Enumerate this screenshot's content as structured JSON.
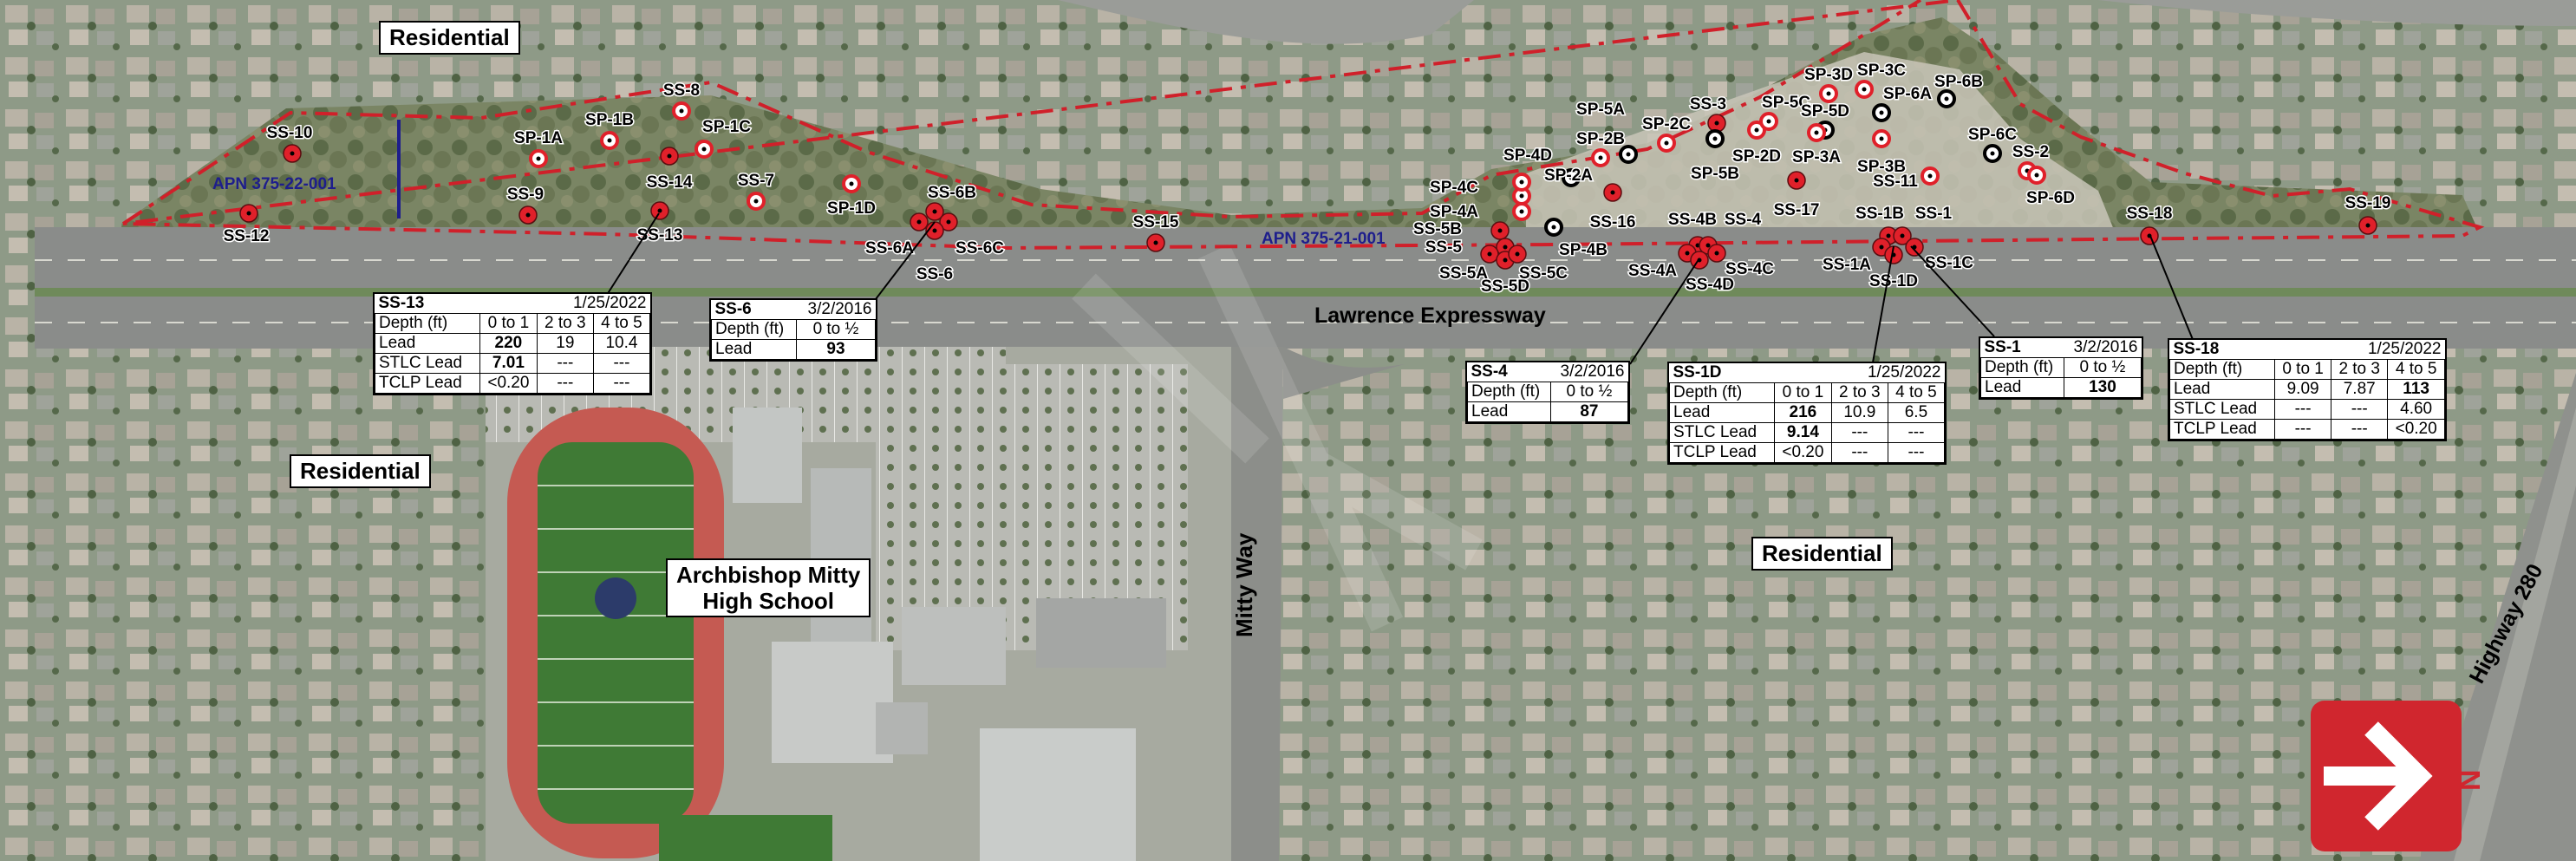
{
  "labels": {
    "residential_top": "Residential",
    "residential_left": "Residential",
    "residential_mid": "Residential",
    "school_line1": "Archbishop Mitty",
    "school_line2": "High School",
    "lawrence": "Lawrence Expressway",
    "mitty_way": "Mitty Way",
    "highway": "Highway 280",
    "apn_west": "APN 375-22-001",
    "apn_east": "APN 375-21-001"
  },
  "colors": {
    "boundary": "#d0202a",
    "sample_red": "#e0202a",
    "north_red": "#d0262e",
    "apn_blue": "#1e1e8c"
  },
  "samples": [
    {
      "id": "SS-10",
      "type": "red"
    },
    {
      "id": "SS-12",
      "type": "red"
    },
    {
      "id": "SS-9",
      "type": "red"
    },
    {
      "id": "SP-1A",
      "type": "ring"
    },
    {
      "id": "SP-1B",
      "type": "ring"
    },
    {
      "id": "SS-8",
      "type": "ring"
    },
    {
      "id": "SP-1C",
      "type": "ring"
    },
    {
      "id": "SS-14",
      "type": "red"
    },
    {
      "id": "SS-13",
      "type": "red"
    },
    {
      "id": "SS-7",
      "type": "ring"
    },
    {
      "id": "SP-1D",
      "type": "ring"
    },
    {
      "id": "SS-6B",
      "type": "red"
    },
    {
      "id": "SS-6A",
      "type": "red"
    },
    {
      "id": "SS-6C",
      "type": "red"
    },
    {
      "id": "SS-6",
      "type": "red"
    },
    {
      "id": "SS-15",
      "type": "red"
    },
    {
      "id": "SP-4C",
      "type": "ring"
    },
    {
      "id": "SP-4A",
      "type": "ring"
    },
    {
      "id": "SS-5B",
      "type": "red"
    },
    {
      "id": "SS-5",
      "type": "red"
    },
    {
      "id": "SS-5A",
      "type": "red"
    },
    {
      "id": "SS-5D",
      "type": "red"
    },
    {
      "id": "SS-5C",
      "type": "red"
    },
    {
      "id": "SP-4B",
      "type": "black"
    },
    {
      "id": "SP-4D",
      "type": "black"
    },
    {
      "id": "SP-2A",
      "type": "ring"
    },
    {
      "id": "SP-2B",
      "type": "ring"
    },
    {
      "id": "SP-5A",
      "type": "black"
    },
    {
      "id": "SP-2C",
      "type": "ring"
    },
    {
      "id": "SS-3",
      "type": "red"
    },
    {
      "id": "SP-5B",
      "type": "black"
    },
    {
      "id": "SP-2D",
      "type": "ring"
    },
    {
      "id": "SP-5C",
      "type": "ring"
    },
    {
      "id": "SP-3D",
      "type": "ring"
    },
    {
      "id": "SP-3C",
      "type": "ring"
    },
    {
      "id": "SP-5D",
      "type": "black"
    },
    {
      "id": "SP-6A",
      "type": "black"
    },
    {
      "id": "SP-3A",
      "type": "ring"
    },
    {
      "id": "SP-3B",
      "type": "ring"
    },
    {
      "id": "SP-6B",
      "type": "black"
    },
    {
      "id": "SS-16",
      "type": "red"
    },
    {
      "id": "SS-17",
      "type": "red"
    },
    {
      "id": "SS-4B",
      "type": "red"
    },
    {
      "id": "SS-4",
      "type": "red"
    },
    {
      "id": "SS-4A",
      "type": "red"
    },
    {
      "id": "SS-4C",
      "type": "red"
    },
    {
      "id": "SS-4D",
      "type": "red"
    },
    {
      "id": "SS-11",
      "type": "ring"
    },
    {
      "id": "SP-6C",
      "type": "black"
    },
    {
      "id": "SS-2",
      "type": "ring"
    },
    {
      "id": "SP-6D",
      "type": "ring"
    },
    {
      "id": "SS-1B",
      "type": "red"
    },
    {
      "id": "SS-1",
      "type": "red"
    },
    {
      "id": "SS-1A",
      "type": "red"
    },
    {
      "id": "SS-1C",
      "type": "red"
    },
    {
      "id": "SS-1D",
      "type": "red"
    },
    {
      "id": "SS-18",
      "type": "red"
    },
    {
      "id": "SS-19",
      "type": "red"
    }
  ],
  "tables": {
    "ss13": {
      "id": "SS-13",
      "date": "1/25/2022",
      "depth_label": "Depth (ft)",
      "d1": "0 to 1",
      "d2": "2 to 3",
      "d3": "4 to 5",
      "lead_label": "Lead",
      "lead": [
        "220",
        "19",
        "10.4"
      ],
      "stlc_label": "STLC Lead",
      "stlc": [
        "7.01",
        "---",
        "---"
      ],
      "tclp_label": "TCLP Lead",
      "tclp": [
        "<0.20",
        "---",
        "---"
      ]
    },
    "ss6": {
      "id": "SS-6",
      "date": "3/2/2016",
      "depth_label": "Depth (ft)",
      "d1": "0 to ½",
      "lead_label": "Lead",
      "lead": "93"
    },
    "ss4": {
      "id": "SS-4",
      "date": "3/2/2016",
      "depth_label": "Depth (ft)",
      "d1": "0 to ½",
      "lead_label": "Lead",
      "lead": "87"
    },
    "ss1d": {
      "id": "SS-1D",
      "date": "1/25/2022",
      "depth_label": "Depth (ft)",
      "d1": "0 to 1",
      "d2": "2 to 3",
      "d3": "4 to 5",
      "lead_label": "Lead",
      "lead": [
        "216",
        "10.9",
        "6.5"
      ],
      "stlc_label": "STLC Lead",
      "stlc": [
        "9.14",
        "---",
        "---"
      ],
      "tclp_label": "TCLP Lead",
      "tclp": [
        "<0.20",
        "---",
        "---"
      ]
    },
    "ss1": {
      "id": "SS-1",
      "date": "3/2/2016",
      "depth_label": "Depth (ft)",
      "d1": "0 to ½",
      "lead_label": "Lead",
      "lead": "130"
    },
    "ss18": {
      "id": "SS-18",
      "date": "1/25/2022",
      "depth_label": "Depth (ft)",
      "d1": "0 to 1",
      "d2": "2 to 3",
      "d3": "4 to 5",
      "lead_label": "Lead",
      "lead": [
        "9.09",
        "7.87",
        "113"
      ],
      "stlc_label": "STLC Lead",
      "stlc": [
        "---",
        "---",
        "4.60"
      ],
      "tclp_label": "TCLP Lead",
      "tclp": [
        "---",
        "---",
        "<0.20"
      ]
    }
  },
  "north_arrow": {
    "letter": "N"
  }
}
